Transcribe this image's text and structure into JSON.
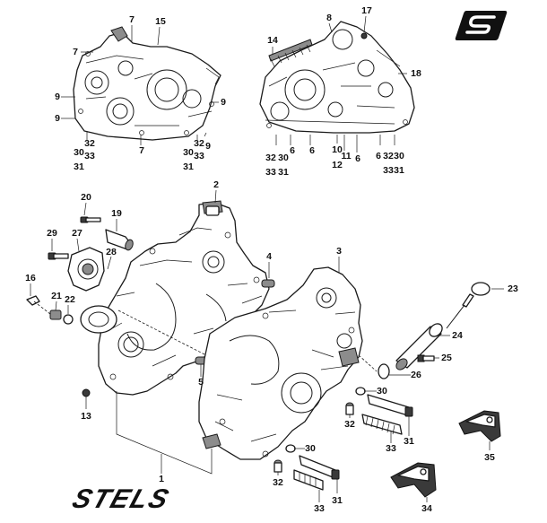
{
  "brand": {
    "logo_letter": "S",
    "wordmark": "STELS"
  },
  "callouts": [
    {
      "id": "c7a",
      "text": "7"
    },
    {
      "id": "c15",
      "text": "15"
    },
    {
      "id": "c7b",
      "text": "7"
    },
    {
      "id": "c9a",
      "text": "9"
    },
    {
      "id": "c9b",
      "text": "9"
    },
    {
      "id": "c9c",
      "text": "9"
    },
    {
      "id": "c9d",
      "text": "9"
    },
    {
      "id": "c32a",
      "text": "32"
    },
    {
      "id": "c30a",
      "text": "30"
    },
    {
      "id": "c33a",
      "text": "33"
    },
    {
      "id": "c31a",
      "text": "31"
    },
    {
      "id": "c7c",
      "text": "7"
    },
    {
      "id": "c32b",
      "text": "32"
    },
    {
      "id": "c30b",
      "text": "30"
    },
    {
      "id": "c33b",
      "text": "33"
    },
    {
      "id": "c31b",
      "text": "31"
    },
    {
      "id": "c8",
      "text": "8"
    },
    {
      "id": "c17",
      "text": "17"
    },
    {
      "id": "c14",
      "text": "14"
    },
    {
      "id": "c18",
      "text": "18"
    },
    {
      "id": "c32c",
      "text": "32"
    },
    {
      "id": "c30c",
      "text": "30"
    },
    {
      "id": "c6a",
      "text": "6"
    },
    {
      "id": "c33c",
      "text": "33"
    },
    {
      "id": "c31c",
      "text": "31"
    },
    {
      "id": "c6b",
      "text": "6"
    },
    {
      "id": "c10",
      "text": "10"
    },
    {
      "id": "c11",
      "text": "11"
    },
    {
      "id": "c12",
      "text": "12"
    },
    {
      "id": "c6c",
      "text": "6"
    },
    {
      "id": "c6d",
      "text": "6"
    },
    {
      "id": "c32d",
      "text": "32"
    },
    {
      "id": "c30d",
      "text": "30"
    },
    {
      "id": "c33d",
      "text": "33"
    },
    {
      "id": "c31d",
      "text": "31"
    },
    {
      "id": "c2",
      "text": "2"
    },
    {
      "id": "c20",
      "text": "20"
    },
    {
      "id": "c19",
      "text": "19"
    },
    {
      "id": "c29",
      "text": "29"
    },
    {
      "id": "c27",
      "text": "27"
    },
    {
      "id": "c28",
      "text": "28"
    },
    {
      "id": "c3",
      "text": "3"
    },
    {
      "id": "c4",
      "text": "4"
    },
    {
      "id": "c16",
      "text": "16"
    },
    {
      "id": "c21",
      "text": "21"
    },
    {
      "id": "c22",
      "text": "22"
    },
    {
      "id": "c23",
      "text": "23"
    },
    {
      "id": "c24",
      "text": "24"
    },
    {
      "id": "c25",
      "text": "25"
    },
    {
      "id": "c26",
      "text": "26"
    },
    {
      "id": "c5",
      "text": "5"
    },
    {
      "id": "c13",
      "text": "13"
    },
    {
      "id": "c30e",
      "text": "30"
    },
    {
      "id": "c32e",
      "text": "32"
    },
    {
      "id": "c33e",
      "text": "33"
    },
    {
      "id": "c31e",
      "text": "31"
    },
    {
      "id": "c35",
      "text": "35"
    },
    {
      "id": "c30f",
      "text": "30"
    },
    {
      "id": "c1",
      "text": "1"
    },
    {
      "id": "c32f",
      "text": "32"
    },
    {
      "id": "c33f",
      "text": "33"
    },
    {
      "id": "c31f",
      "text": "31"
    },
    {
      "id": "c34",
      "text": "34"
    }
  ]
}
